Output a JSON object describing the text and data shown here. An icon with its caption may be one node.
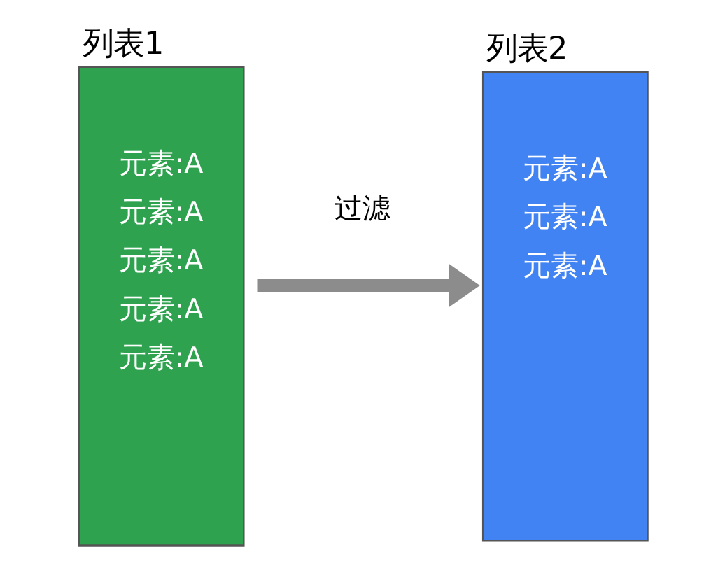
{
  "diagram": {
    "nodes": [
      {
        "text": [
          "列表1",
          "元素:A",
          "元素:A",
          "元素:A",
          "元素:A",
          "元素:A"
        ]
      },
      {
        "text": [
          "列表2",
          "元素:A",
          "元素:A",
          "元素:A"
        ]
      }
    ],
    "edges": [
      {
        "from": 0,
        "to": 1,
        "arrow": "to",
        "label": "过滤",
        "color": "#8c8c8c"
      }
    ]
  }
}
